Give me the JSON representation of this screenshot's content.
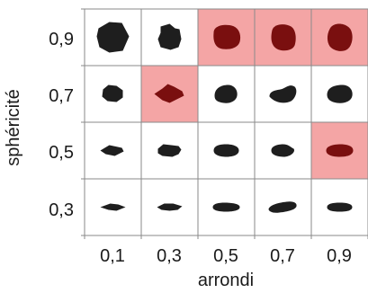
{
  "axes": {
    "x_label": "arrondi",
    "y_label": "sphéricité",
    "x_ticks": [
      "0,1",
      "0,3",
      "0,5",
      "0,7",
      "0,9"
    ],
    "y_ticks": [
      "0,9",
      "0,7",
      "0,5",
      "0,3"
    ]
  },
  "colors": {
    "highlight_cell": "#f4a5a5",
    "highlight_shape": "#7a0f0f",
    "shape": "#1e1e1e",
    "grid_line": "#8a8a8a",
    "text": "#1a1a1a"
  },
  "highlighted_cells": [
    {
      "sphericity": "0,9",
      "roundness": "0,5"
    },
    {
      "sphericity": "0,9",
      "roundness": "0,7"
    },
    {
      "sphericity": "0,9",
      "roundness": "0,9"
    },
    {
      "sphericity": "0,7",
      "roundness": "0,3"
    },
    {
      "sphericity": "0,5",
      "roundness": "0,9"
    }
  ]
}
